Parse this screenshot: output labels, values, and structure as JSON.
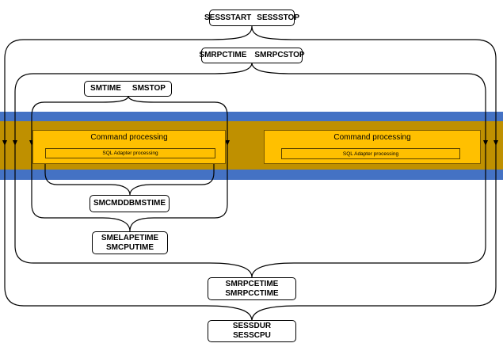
{
  "colors": {
    "blue_band": "#4472c4",
    "gold_band": "#bf9000",
    "command_fill": "#ffc000",
    "sql_fill": "#ffc000",
    "line": "#000000"
  },
  "labels": {
    "sess_start": "SESSSTART",
    "sess_stop": "SESSSTOP",
    "smrpc_time": "SMRPCTIME",
    "smrpc_stop": "SMRPCSTOP",
    "sm_time": "SMTIME",
    "sm_stop": "SMSTOP",
    "smcmd_dbms_time": "SMCMDDBMSTIME",
    "smelape_time": "SMELAPETIME",
    "smcpu_time": "SMCPUTIME",
    "smrpce_time": "SMRPCETIME",
    "smrpcc_time": "SMRPCCTIME",
    "sess_dur": "SESSDUR",
    "sess_cpu": "SESSCPU"
  },
  "command_blocks": [
    {
      "title": "Command processing",
      "sql_label": "SQL Adapter processing"
    },
    {
      "title": "Command processing",
      "sql_label": "SQL Adapter processing"
    }
  ]
}
